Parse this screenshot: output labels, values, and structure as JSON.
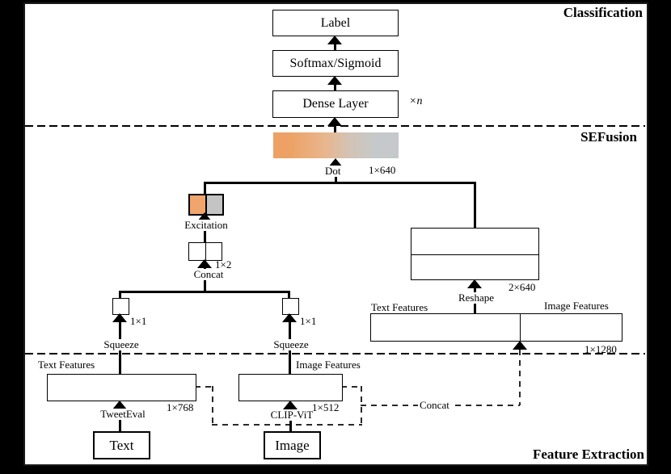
{
  "colors": {
    "orange": "#f0a56c",
    "gray": "#c4c4c4",
    "grad_left": "#eda164",
    "grad_mid": "#e8b68e",
    "grad_right": "#c6c9cb"
  },
  "classification": {
    "section_label": "Classification",
    "label_box": "Label",
    "softmax_box": "Softmax/Sigmoid",
    "dense_box": "Dense Layer",
    "dense_repeat": "×n"
  },
  "sefusion": {
    "section_label": "SEFusion",
    "dot_label": "Dot",
    "dot_dim": "1×640",
    "excitation_label": "Excitation",
    "concat_dim": "1×2",
    "concat_label": "Concat",
    "squeeze_dim": "1×1",
    "squeeze_label": "Squeeze",
    "reshape_label": "Reshape",
    "reshape_dim": "2×640",
    "wide_text_label": "Text Features",
    "wide_image_label": "Image Features",
    "wide_dim": "1×1280"
  },
  "feature_extraction": {
    "section_label": "Feature Extraction",
    "text_features_label": "Text Features",
    "image_features_label": "Image Features",
    "text_encoder": "TweetEval",
    "text_dim": "1×768",
    "image_encoder": "CLIP-ViT",
    "image_dim": "1×512",
    "concat_label": "Concat",
    "text_input": "Text",
    "image_input": "Image"
  }
}
